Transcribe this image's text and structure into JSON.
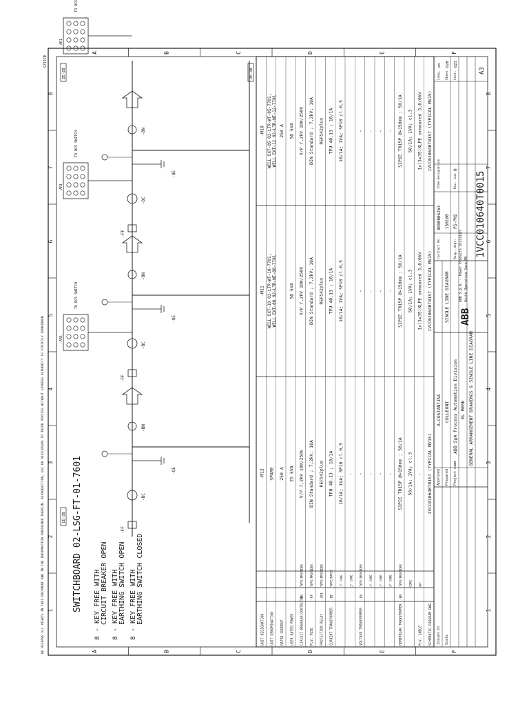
{
  "header": {
    "title": "SWITCHBOARD 02-LSG-FT-01-7601",
    "legend": [
      {
        "symbol": "8",
        "text": "- KEY FREE WITH"
      },
      {
        "symbol": "",
        "text": "CIRCUIT BREAKER OPEN"
      },
      {
        "symbol": "8",
        "text": "- KEY FREE WITH"
      },
      {
        "symbol": "",
        "text": "EARTHING SWITCH OPEN"
      },
      {
        "symbol": "8",
        "text": "- KEY FREE WITH"
      },
      {
        "symbol": "",
        "text": "EARTHING SWITCH CLOSED"
      }
    ]
  },
  "busbar": {
    "left_tag": "1E-3B",
    "right_tag": "2E-3B",
    "top_tag": "2E-2B"
  },
  "feeders": [
    {
      "unit": "-M12",
      "denomination": [
        "SPARE"
      ],
      "relay_label": "-AR1",
      "switch_label": "TO DCS SWITCH",
      "breaker": "-BC",
      "earth": "-QE",
      "cable": "-BN",
      "fuse": "-FF"
    },
    {
      "unit": "-M11",
      "denomination": [
        "WELL EXT-10 02-LTR-WT-10-7701,",
        "WELL EXT-06 02-LTR-WT-06-7701"
      ],
      "relay_label": "-AR1",
      "switch_label": "TO DCS SWITCH",
      "breaker": "-BC",
      "earth": "-QE",
      "cable": "-BN",
      "fuse": "-FF"
    },
    {
      "unit": "-M10",
      "denomination": [
        "WELL EXT-05 02-LTR-WT-05-7701,",
        "WELL EXT-12 02-LTR-WT-12-7701"
      ],
      "relay_label": "-AR1",
      "switch_label": "TO DCS SWITCH",
      "breaker": "-BC",
      "earth": "-QE",
      "cable": "-BN",
      "fuse": "-FF"
    }
  ],
  "table": {
    "rows": [
      {
        "label": "UNIT DESIGNATION",
        "code": "",
        "type": "",
        "values": [
          "-M12",
          "-M11",
          "-M10"
        ]
      },
      {
        "label": "UNIT DENOMINATION",
        "code": "",
        "type": "",
        "values": [
          "SPARE",
          "",
          ""
        ]
      },
      {
        "label": "RATED CURRENT",
        "code": "",
        "type": "",
        "values": [
          "250 A",
          "",
          "250 A"
        ]
      },
      {
        "label": "USER RATED POWER",
        "code": "",
        "type": "",
        "values": [
          "25 kVA",
          "50 kVA",
          "50 kVA"
        ]
      },
      {
        "label": "CIRCUIT BREAKER/CONTACTOR",
        "code": "-Q3",
        "type": "TYPE/PROVIDER",
        "values": [
          "V/P 7,2kV 100/250V",
          "V/P 7,2kV 100/250V",
          "V/P 7,2kV 100/250V"
        ]
      },
      {
        "label": "M.V. FUSE",
        "code": "-FF",
        "type": "TYPE/PROVIDER",
        "values": [
          "DIN Standard ; 7,2kV; 16A",
          "DIN Standard ; 7,2kV; 16A",
          "DIN Standard ; 7,2kV; 16A"
        ]
      },
      {
        "label": "PROTECTION RELAY",
        "code": "-AR1",
        "type": "TYPE/PROVIDER",
        "values": [
          "REF542plus",
          "REF542plus",
          "REF542plus"
        ]
      },
      {
        "label": "CURRENT TRANSFORMER",
        "code": "-BE",
        "type": "TYPE/RATIO",
        "values": [
          "TPU 40.13 ; 10/1A",
          "TPU 40.13 ; 10/1A",
          "TPU 40.13 ; 10/1A"
        ]
      },
      {
        "label": "",
        "code": "",
        "type": "1° CORE",
        "values": [
          "10/1A; 1VA; 5P10 cl.0,5",
          "10/1A; 1VA; 5P10 cl.0,5",
          "10/1A; 1VA; 5P10 cl.0,5"
        ]
      },
      {
        "label": "",
        "code": "",
        "type": "2° CORE",
        "values": [
          "-",
          "",
          ""
        ]
      },
      {
        "label": "VOLTAGE TRANSFORMER",
        "code": "-BV",
        "type": "TYPE/PROVIDER",
        "values": [
          "-",
          "-",
          "-"
        ]
      },
      {
        "label": "",
        "code": "",
        "type": "1° CORE",
        "values": [
          "-",
          "-",
          "-"
        ]
      },
      {
        "label": "",
        "code": "",
        "type": "2° CORE",
        "values": [
          "-",
          "-",
          "-"
        ]
      },
      {
        "label": "",
        "code": "",
        "type": "3° CORE",
        "values": [
          "-",
          "-",
          "-"
        ]
      },
      {
        "label": "HOMOPOLAR TRANSFORMER",
        "code": "-BN",
        "type": "TYPE/PROVIDER",
        "values": [
          "SIPIE TR15P Ø=150mm ; 50/1A",
          "SIPIE TR15P Ø=150mm ; 50/1A",
          "SIPIE TR15P Ø=150mm ; 50/1A"
        ]
      },
      {
        "label": "",
        "code": "",
        "type": "CORE",
        "values": [
          "50/1A; 1VA; cl.3",
          "50/1A; 1VA; cl.3",
          "50/1A; 1VA; cl.3"
        ]
      },
      {
        "label": "M.V. CABLE",
        "code": "",
        "type": "mm²",
        "values": [
          "-",
          "1x(3x35)XLPE armoured 3,6/6kV",
          "1x(3x35)XLPE armoured 3,6/6kV"
        ]
      },
      {
        "label": "SCHEMATIC DIAGRAM DWG.",
        "code": "",
        "type": "",
        "values": [
          "1VCC010640T0157  (TYPICAL MV15)",
          "1VCC010640T0157  (TYPICAL MV15)",
          "1VCC010640T0157  (TYPICAL MV15)"
        ]
      }
    ]
  },
  "title_block": {
    "issued_on": "Issued on",
    "scale": "Scale",
    "approved_label": "Approved",
    "approved": "A.COSTANTINI",
    "prepared_label": "Prepared",
    "prepared": "COLLEONI",
    "project_label": "Project name",
    "project": "ABB SpA Process Automation Division",
    "plant": "EL MERK",
    "drawing_title": "GENERAL ARRANGEMENT DRAWINGS & SINGLE LINE DIAGRAM",
    "sheet_title": "SINGLE LINE DIAGRAM",
    "company": "ABB S.p.A. - Power Products Division",
    "company2": "Unità Operativa Sace-MV",
    "brand": "ABB",
    "contract_label": "Contract No.",
    "contract": "8090005263",
    "item_label": "Item designation",
    "item": "150100",
    "resp_label": "Resp. dept.",
    "resp": "PS-PM2",
    "rev_label": "Rev. ind.",
    "rev": "0",
    "lang_label": "Lang.",
    "lang": "en",
    "sheet_label": "Sheet",
    "sheet": "020",
    "cont_label": "Cont.",
    "cont": "021",
    "doc_number": "1VCC010640T0015",
    "format": "A3"
  },
  "frame": {
    "col_numbers": [
      "1",
      "2",
      "3",
      "4",
      "5",
      "6",
      "7",
      "8"
    ],
    "row_letters": [
      "A",
      "B",
      "C",
      "D",
      "E",
      "F"
    ],
    "side_note": "WE RESERVE ALL RIGHTS IN THIS DOCUMENT AND IN THE INFORMATION CONTAINED THEREIN. REPRODUCTION, USE OR DISCLOSURE TO THIRD PARTIES WITHOUT EXPRESS AUTHORITY IS STRICTLY FORBIDDEN.",
    "corner_code": "ф31123"
  },
  "colors": {
    "ink": "#1a1a1a",
    "paper": "#ffffff"
  }
}
